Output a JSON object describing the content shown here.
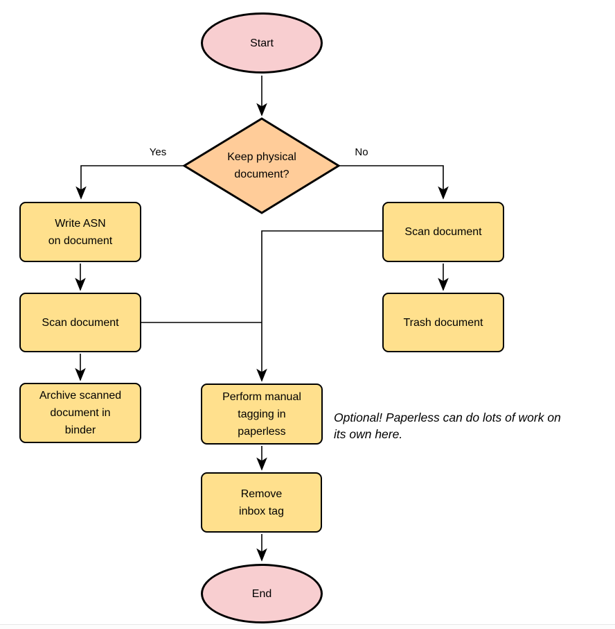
{
  "colors": {
    "terminal_fill": "#f8ced0",
    "decision_fill": "#ffcc99",
    "process_fill": "#ffe08d",
    "stroke": "#000000"
  },
  "nodes": {
    "start": {
      "label": "Start"
    },
    "decision": {
      "label": "Keep physical\ndocument?"
    },
    "write_asn": {
      "label": "Write ASN\non document"
    },
    "scan_left": {
      "label": "Scan document"
    },
    "archive": {
      "label": "Archive scanned\ndocument in\nbinder"
    },
    "scan_right": {
      "label": "Scan document"
    },
    "trash": {
      "label": "Trash document"
    },
    "tagging": {
      "label": "Perform manual\ntagging in\npaperless"
    },
    "remove_inbox": {
      "label": "Remove\ninbox tag"
    },
    "end": {
      "label": "End"
    }
  },
  "edges": {
    "yes_label": "Yes",
    "no_label": "No"
  },
  "annotation": {
    "text": "Optional! Paperless can do lots of work on\nits own here."
  }
}
